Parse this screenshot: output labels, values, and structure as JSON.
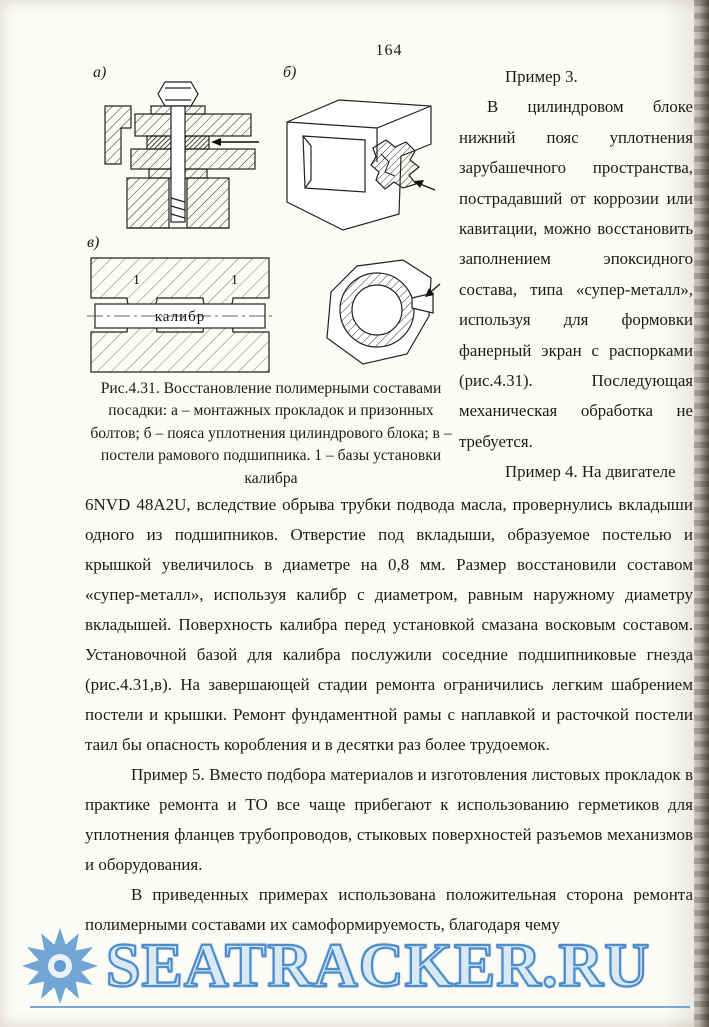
{
  "page": {
    "number": "164"
  },
  "figure": {
    "part_labels": {
      "a": "а)",
      "b": "б)",
      "v": "в)"
    },
    "kalibr_label": "калибр",
    "marker_left": "1",
    "marker_right": "1",
    "caption": "Рис.4.31. Восстановление полимерными составами посадки: а – монтажных прокладок и призонных болтов; б – пояса уплотнения цилиндрового блока; в – постели рамового подшипника. 1 – базы установки калибра"
  },
  "right_column": {
    "para_example3_heading": "Пример 3.",
    "para_example3_body": "В цилиндровом блоке нижний пояс уплотнения зарубашечного пространства, пострадавший от коррозии или кавитации, можно восстановить заполнением эпоксидного состава, типа «супер-металл», используя для формовки фанерный экран с распорками (рис.4.31). Последующая механическая обработка не требуется.",
    "para_example4_start": "Пример 4. На двигателе"
  },
  "body": {
    "para_example4_cont": "6NVD 48A2U, вследствие обрыва трубки подвода масла, провернулись вкладыши одного из подшипников. Отверстие под вкладыши, образуемое постелью и крышкой увеличилось в диаметре на 0,8 мм. Размер восстановили составом «супер-металл», используя калибр с диаметром, равным наружному диаметру вкладышей. Поверхность калибра перед установкой смазана восковым составом. Установочной базой для калибра послужили соседние подшипниковые гнезда (рис.4.31,в). На завершающей стадии ремонта ограничились легким шабрением постели и крышки. Ремонт фундаментной рамы с наплавкой и расточкой постели таил бы опасность коробления и в десятки раз более трудоемок.",
    "para_example5": "Пример 5. Вместо подбора материалов и изготовления листовых прокладок в практике ремонта и ТО все чаще прибегают к использованию герметиков для уплотнения фланцев трубопроводов, стыковых поверхностей разъемов механизмов и оборудования.",
    "para_final": "В приведенных примерах использована положительная сторона ремонта полимерными составами их самоформируемость, благодаря чему"
  },
  "watermark": {
    "text": "SEATRACKER.RU",
    "color": "#4289c9",
    "icon": "sun-burst"
  }
}
